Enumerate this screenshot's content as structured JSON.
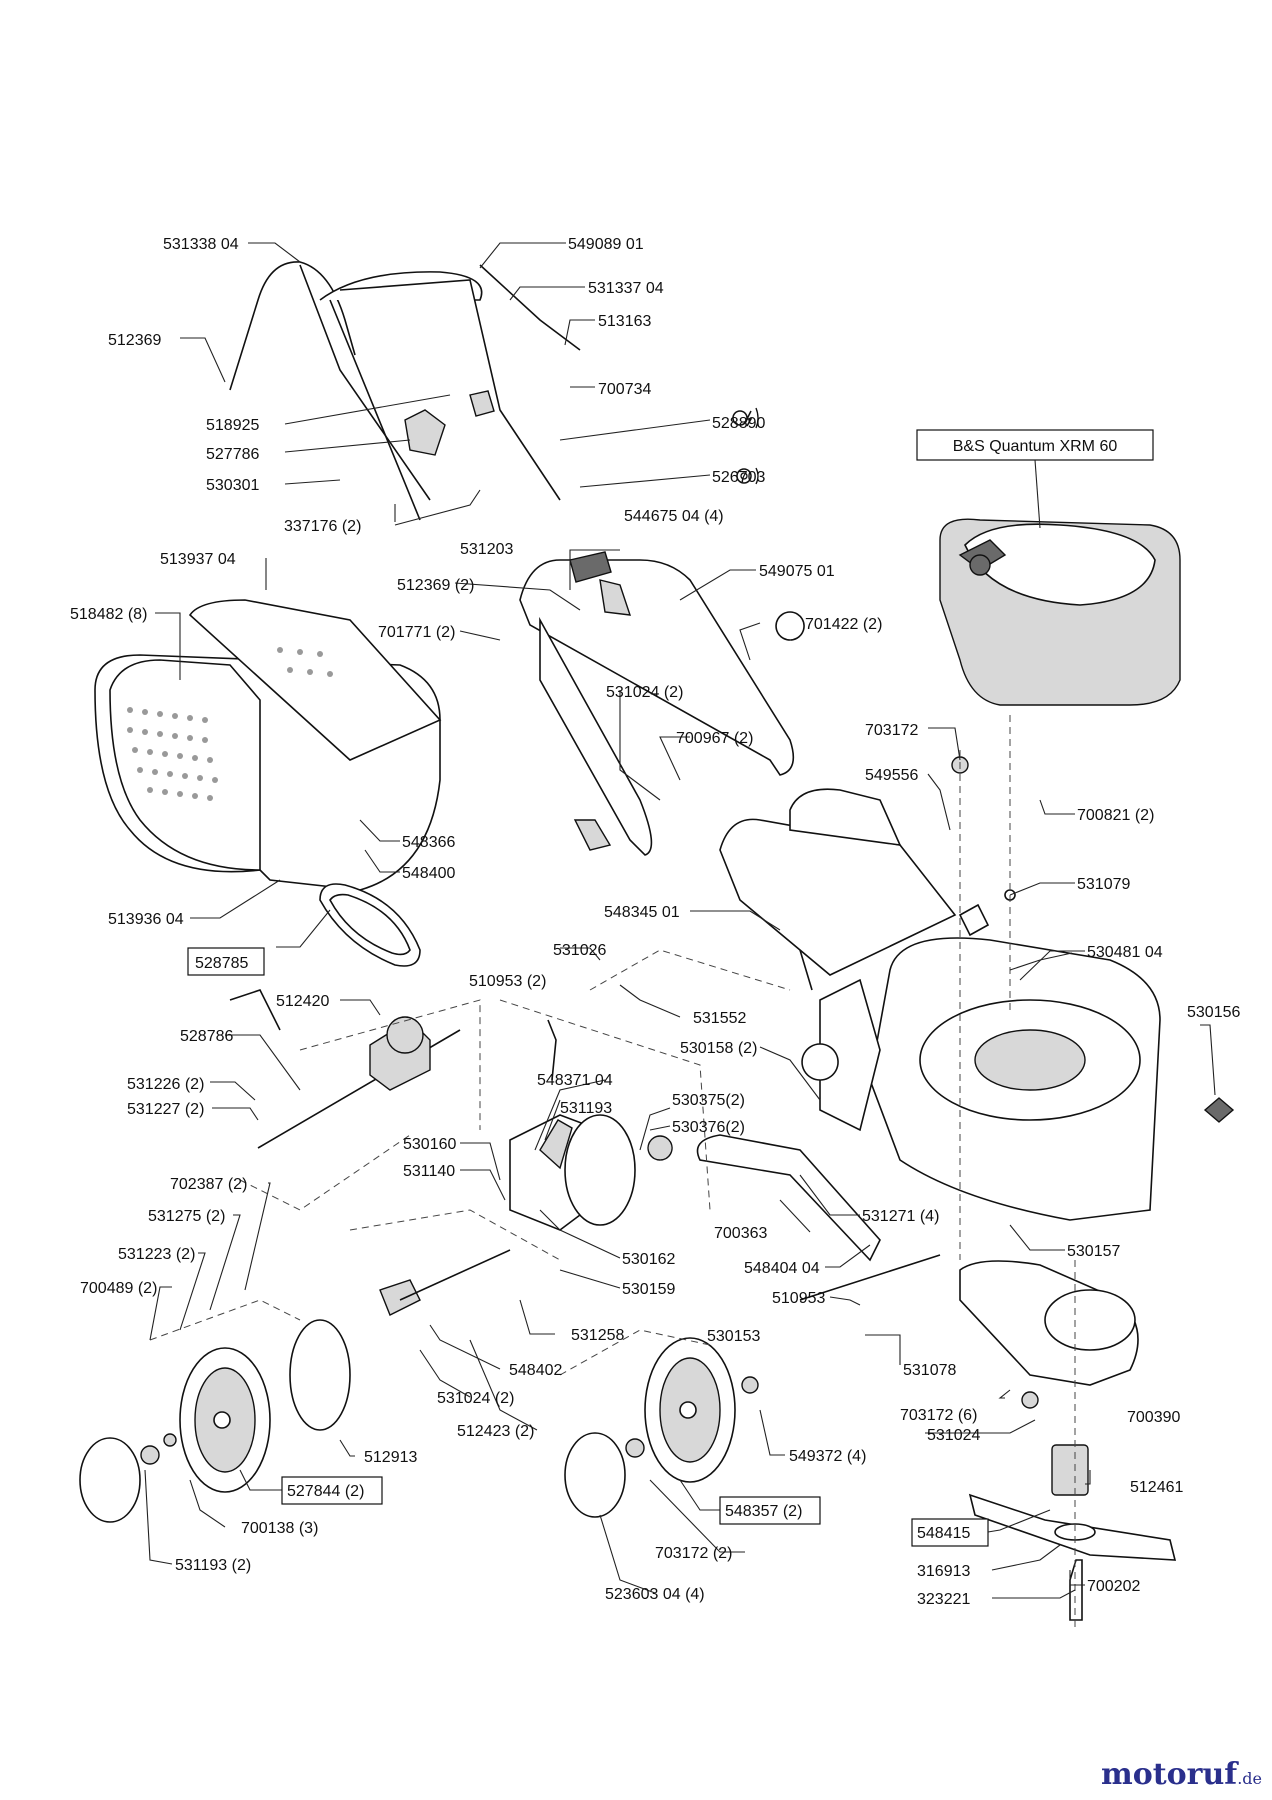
{
  "engine_label": "B&S Quantum XRM 60",
  "watermark": {
    "brand": "motoruf",
    "tld": ".de"
  },
  "labels": [
    "531338 04",
    "549089 01",
    "531337 04",
    "512369",
    "513163",
    "700734",
    "518925",
    "528890",
    "527786",
    "526703",
    "530301",
    "337176 (2)",
    "531203",
    "544675 04 (4)",
    "512369 (2)",
    "549075 01",
    "513937 04",
    "518482 (8)",
    "701771 (2)",
    "701422 (2)",
    "531024 (2)",
    "700967 (2)",
    "703172",
    "549556",
    "700821 (2)",
    "548366",
    "548400",
    "531079",
    "548345 01",
    "513936 04",
    "530481 04",
    "528785",
    "531026",
    "510953 (2)",
    "531552",
    "530156",
    "512420",
    "528786",
    "530158 (2)",
    "548371 04",
    "531226 (2)",
    "531227 (2)",
    "531193",
    "530375(2)",
    "530376(2)",
    "530160",
    "531140",
    "702387 (2)",
    "531271 (4)",
    "531275 (2)",
    "700363",
    "530157",
    "531223 (2)",
    "530162",
    "548404 04",
    "700489 (2)",
    "530159",
    "510953",
    "531258",
    "530153",
    "531078",
    "548402",
    "531024 (2)",
    "703172 (6)",
    "512423 (2)",
    "700390",
    "531024",
    "549372 (4)",
    "512913",
    "512461",
    "527844 (2)",
    "548357 (2)",
    "548415",
    "700138 (3)",
    "703172 (2)",
    "316913",
    "700202",
    "531193 (2)",
    "523603 04 (4)",
    "323221"
  ]
}
